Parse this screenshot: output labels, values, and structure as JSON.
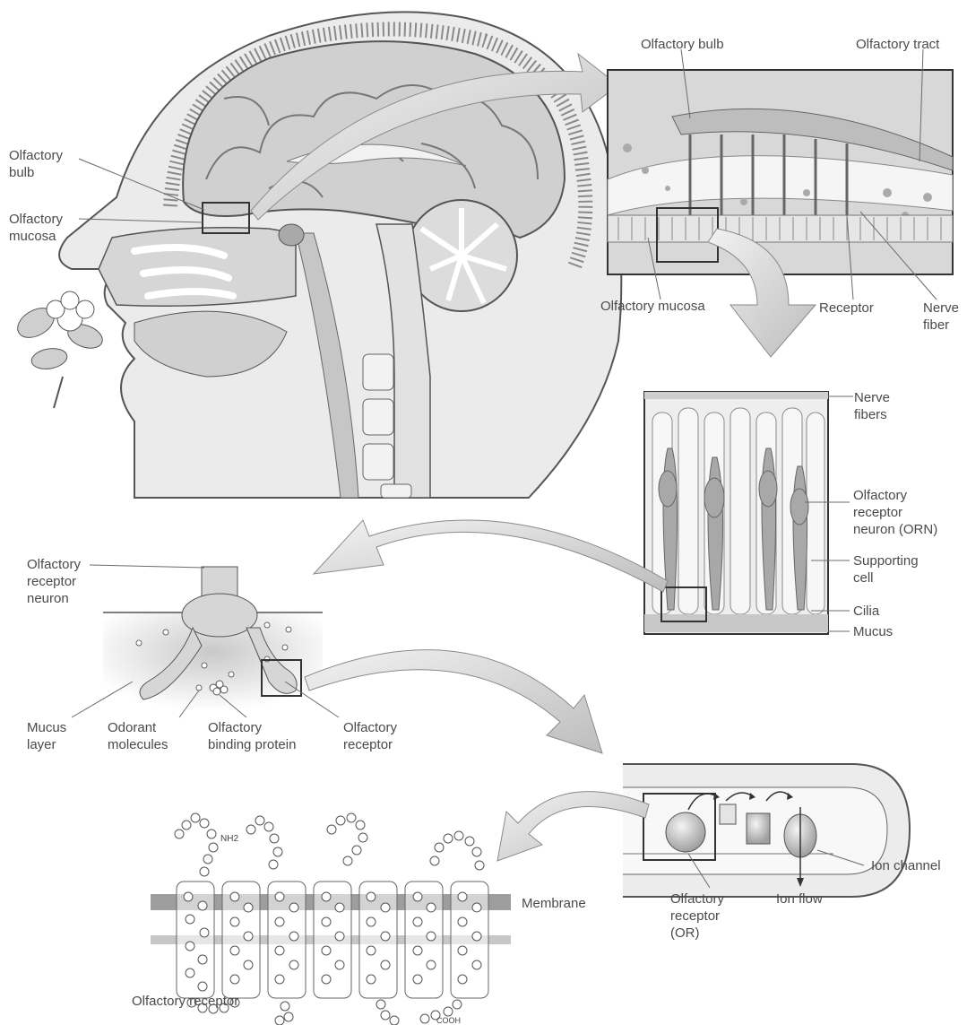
{
  "head_panel": {
    "olfactory_bulb": "Olfactory\nbulb",
    "olfactory_mucosa": "Olfactory\nmucosa"
  },
  "bulb_panel": {
    "olfactory_bulb": "Olfactory bulb",
    "olfactory_tract": "Olfactory tract",
    "olfactory_mucosa": "Olfactory mucosa",
    "receptor": "Receptor",
    "nerve_fiber": "Nerve\nfiber"
  },
  "epithelium_panel": {
    "nerve_fibers": "Nerve\nfibers",
    "orn": "Olfactory\nreceptor\nneuron (ORN)",
    "supporting_cell": "Supporting\ncell",
    "cilia": "Cilia",
    "mucus": "Mucus"
  },
  "cilia_panel": {
    "receptor_neuron": "Olfactory\nreceptor\nneuron",
    "mucus_layer": "Mucus\nlayer",
    "odorant_molecules": "Odorant\nmolecules",
    "binding_protein": "Olfactory\nbinding protein",
    "olfactory_receptor": "Olfactory\nreceptor"
  },
  "membrane_panel": {
    "ion_channel": "Ion channel",
    "olfactory_receptor_or": "Olfactory\nreceptor\n(OR)",
    "ion_flow": "Ion flow"
  },
  "protein_panel": {
    "nh2": "NH2",
    "membrane": "Membrane",
    "olfactory_receptor": "Olfactory receptor",
    "cooh": "COOH"
  }
}
